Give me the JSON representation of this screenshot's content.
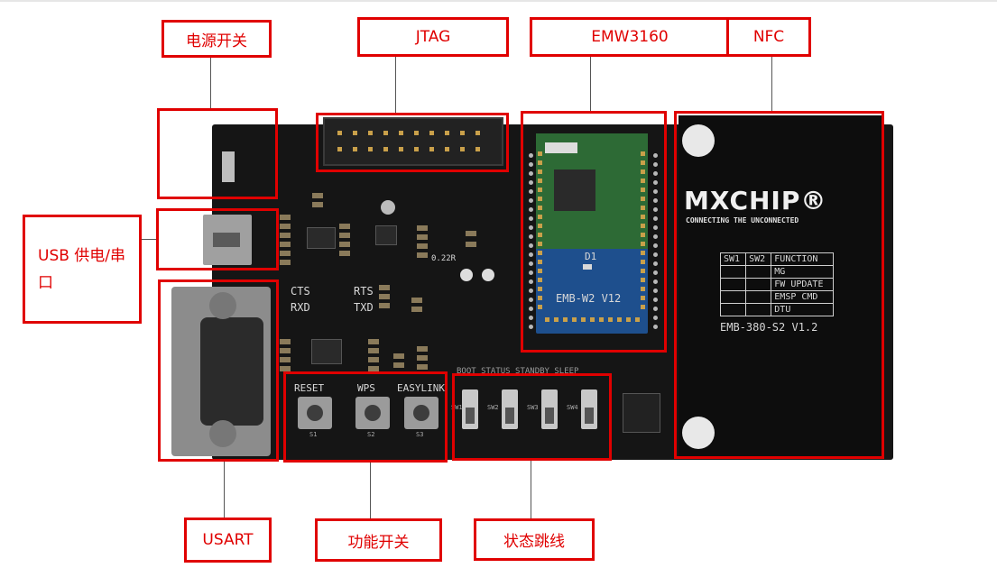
{
  "labels": {
    "power_switch": "电源开关",
    "jtag": "JTAG",
    "emw3160": "EMW3160",
    "nfc": "NFC",
    "usb_power_serial": "USB 供电/串口",
    "usart": "USART",
    "function_switch": "功能开关",
    "state_jumper": "状态跳线"
  },
  "board": {
    "brand": "MXCHIP®",
    "tagline": "CONNECTING THE UNCONNECTED",
    "nfc_board_name": "EMB-380-S2 V1.2",
    "module_name": "EMB-W2 V12",
    "led_label": "D1",
    "buttons": [
      "RESET",
      "WPS",
      "EASYLINK"
    ],
    "button_ids": [
      "S1",
      "S2",
      "S3"
    ],
    "state_header": "BOOT STATUS STANDBY SLEEP",
    "switch_ids": [
      "SW1",
      "SW2",
      "SW3",
      "SW4"
    ],
    "signals": [
      "CTS",
      "RXD",
      "RTS",
      "TXD"
    ],
    "resistor": "0.22R",
    "function_table": {
      "headers": [
        "SW1",
        "SW2",
        "FUNCTION"
      ],
      "rows": [
        "MG",
        "FW UPDATE",
        "EMSP CMD",
        "DTU"
      ]
    }
  }
}
